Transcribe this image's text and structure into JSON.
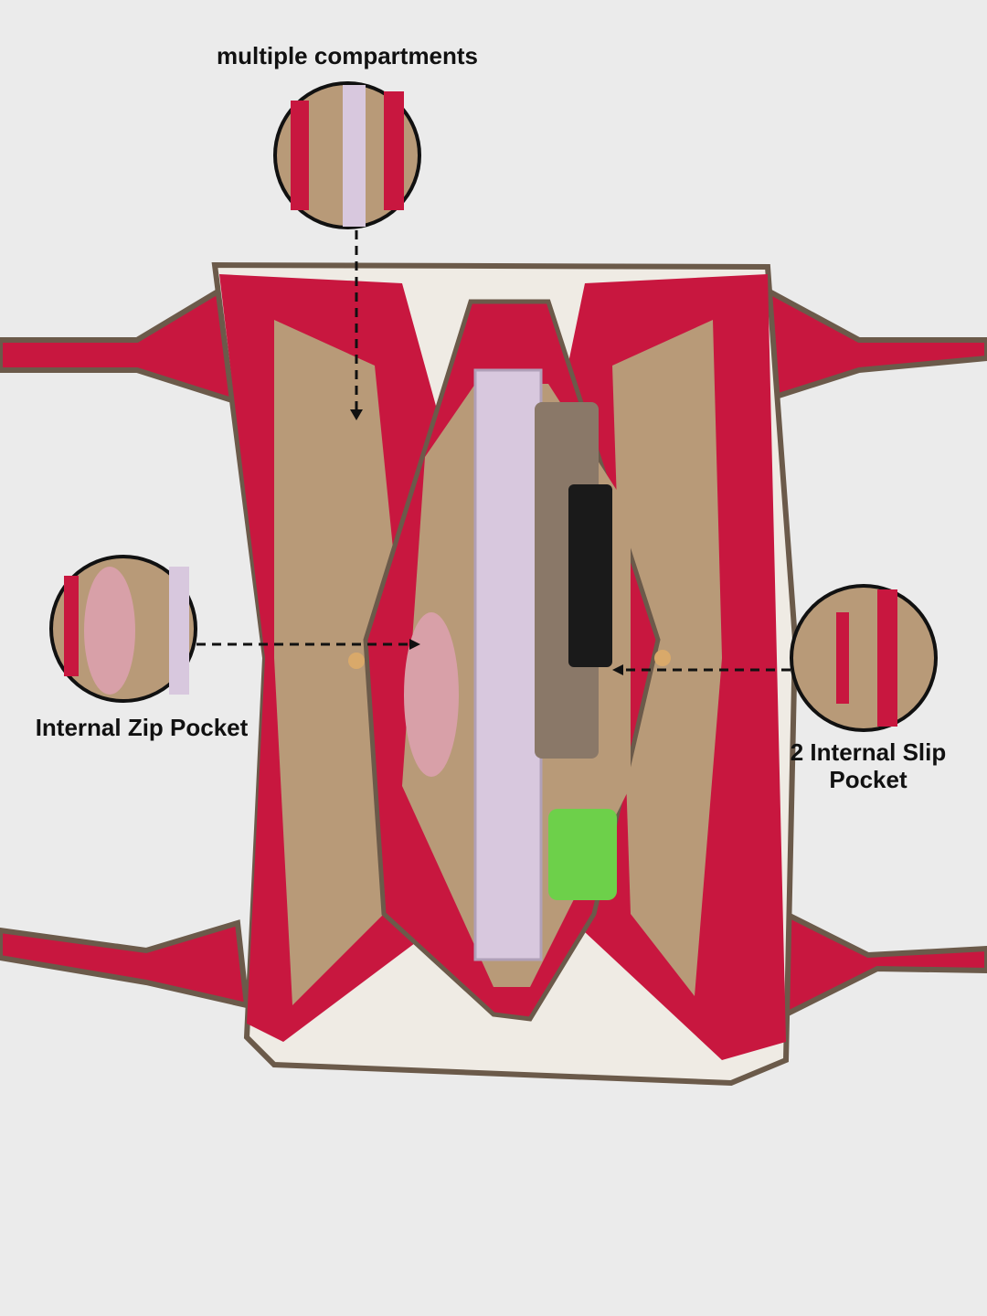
{
  "callouts": {
    "top": "multiple compartments",
    "left": "Internal Zip Pocket",
    "right_line1": "2 Internal Slip",
    "right_line2": "Pocket"
  },
  "colors": {
    "background": "#ebebeb",
    "leather": "#c8173f",
    "trim": "#6b5a4a",
    "lining": "#b89a78",
    "pattern": "#efebe4"
  }
}
